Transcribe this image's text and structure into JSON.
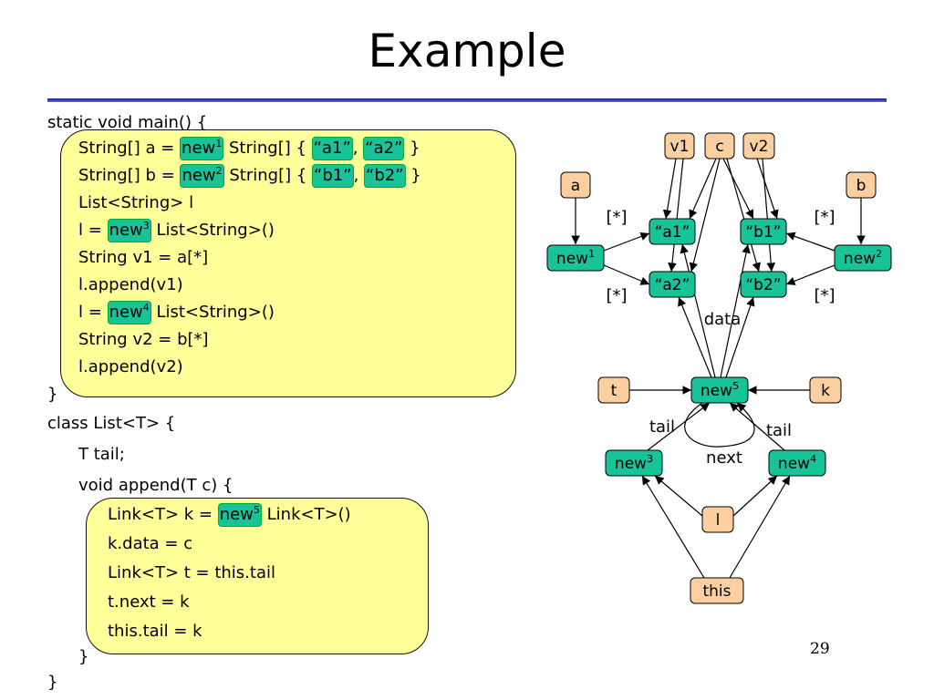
{
  "slide": {
    "title": "Example",
    "page_number": "29"
  },
  "code": {
    "main_header": "static void main() {",
    "line_a_pre": "String[] a = ",
    "line_a_new": "new",
    "line_a_sup": "1",
    "line_a_mid": " String[] { ",
    "line_a_s1": "“a1”",
    "line_a_comma": ",",
    "line_a_s2": "“a2”",
    "line_a_end": " }",
    "line_b_pre": "String[] b = ",
    "line_b_new": "new",
    "line_b_sup": "2",
    "line_b_mid": " String[] { ",
    "line_b_s1": "“b1”",
    "line_b_comma": ",",
    "line_b_s2": "“b2”",
    "line_b_end": " }",
    "line_list_decl": "List<String> l",
    "line_l1_pre": "l = ",
    "line_l1_new": "new",
    "line_l1_sup": "3",
    "line_l1_end": " List<String>()",
    "line_v1": "String v1 = a[*]",
    "line_append1": "l.append(v1)",
    "line_l2_pre": "l = ",
    "line_l2_new": "new",
    "line_l2_sup": "4",
    "line_l2_end": " List<String>()",
    "line_v2": "String v2 = b[*]",
    "line_append2": "l.append(v2)",
    "main_close": "}",
    "class_header": "class List<T> {",
    "field_tail": "T tail;",
    "method_header": "void append(T c) {",
    "line_k_pre": "Link<T> k = ",
    "line_k_new": "new",
    "line_k_sup": "5",
    "line_k_end": " Link<T>()",
    "line_kdata": "k.data = c",
    "line_t": "Link<T> t = this.tail",
    "line_tnext": "t.next = k",
    "line_thistail": "this.tail = k",
    "method_close": "}",
    "class_close": "}"
  },
  "diagram": {
    "colors": {
      "variable_fill": "#fbcf9f",
      "object_fill": "#19c39a",
      "code_block": "#ffff99"
    },
    "nodes": {
      "v1": "v1",
      "c": "c",
      "v2": "v2",
      "a": "a",
      "b": "b",
      "a1": "“a1”",
      "b1": "“b1”",
      "a2": "“a2”",
      "b2": "“b2”",
      "new1": "new",
      "new1_sup": "1",
      "new2": "new",
      "new2_sup": "2",
      "t": "t",
      "new5": "new",
      "new5_sup": "5",
      "k": "k",
      "new3": "new",
      "new3_sup": "3",
      "new4": "new",
      "new4_sup": "4",
      "l": "l",
      "this": "this"
    },
    "edge_labels": {
      "a1_index": "[*]",
      "a2_index": "[*]",
      "b1_index": "[*]",
      "b2_index": "[*]",
      "data": "data",
      "tail_left": "tail",
      "tail_right": "tail",
      "next": "next"
    }
  }
}
